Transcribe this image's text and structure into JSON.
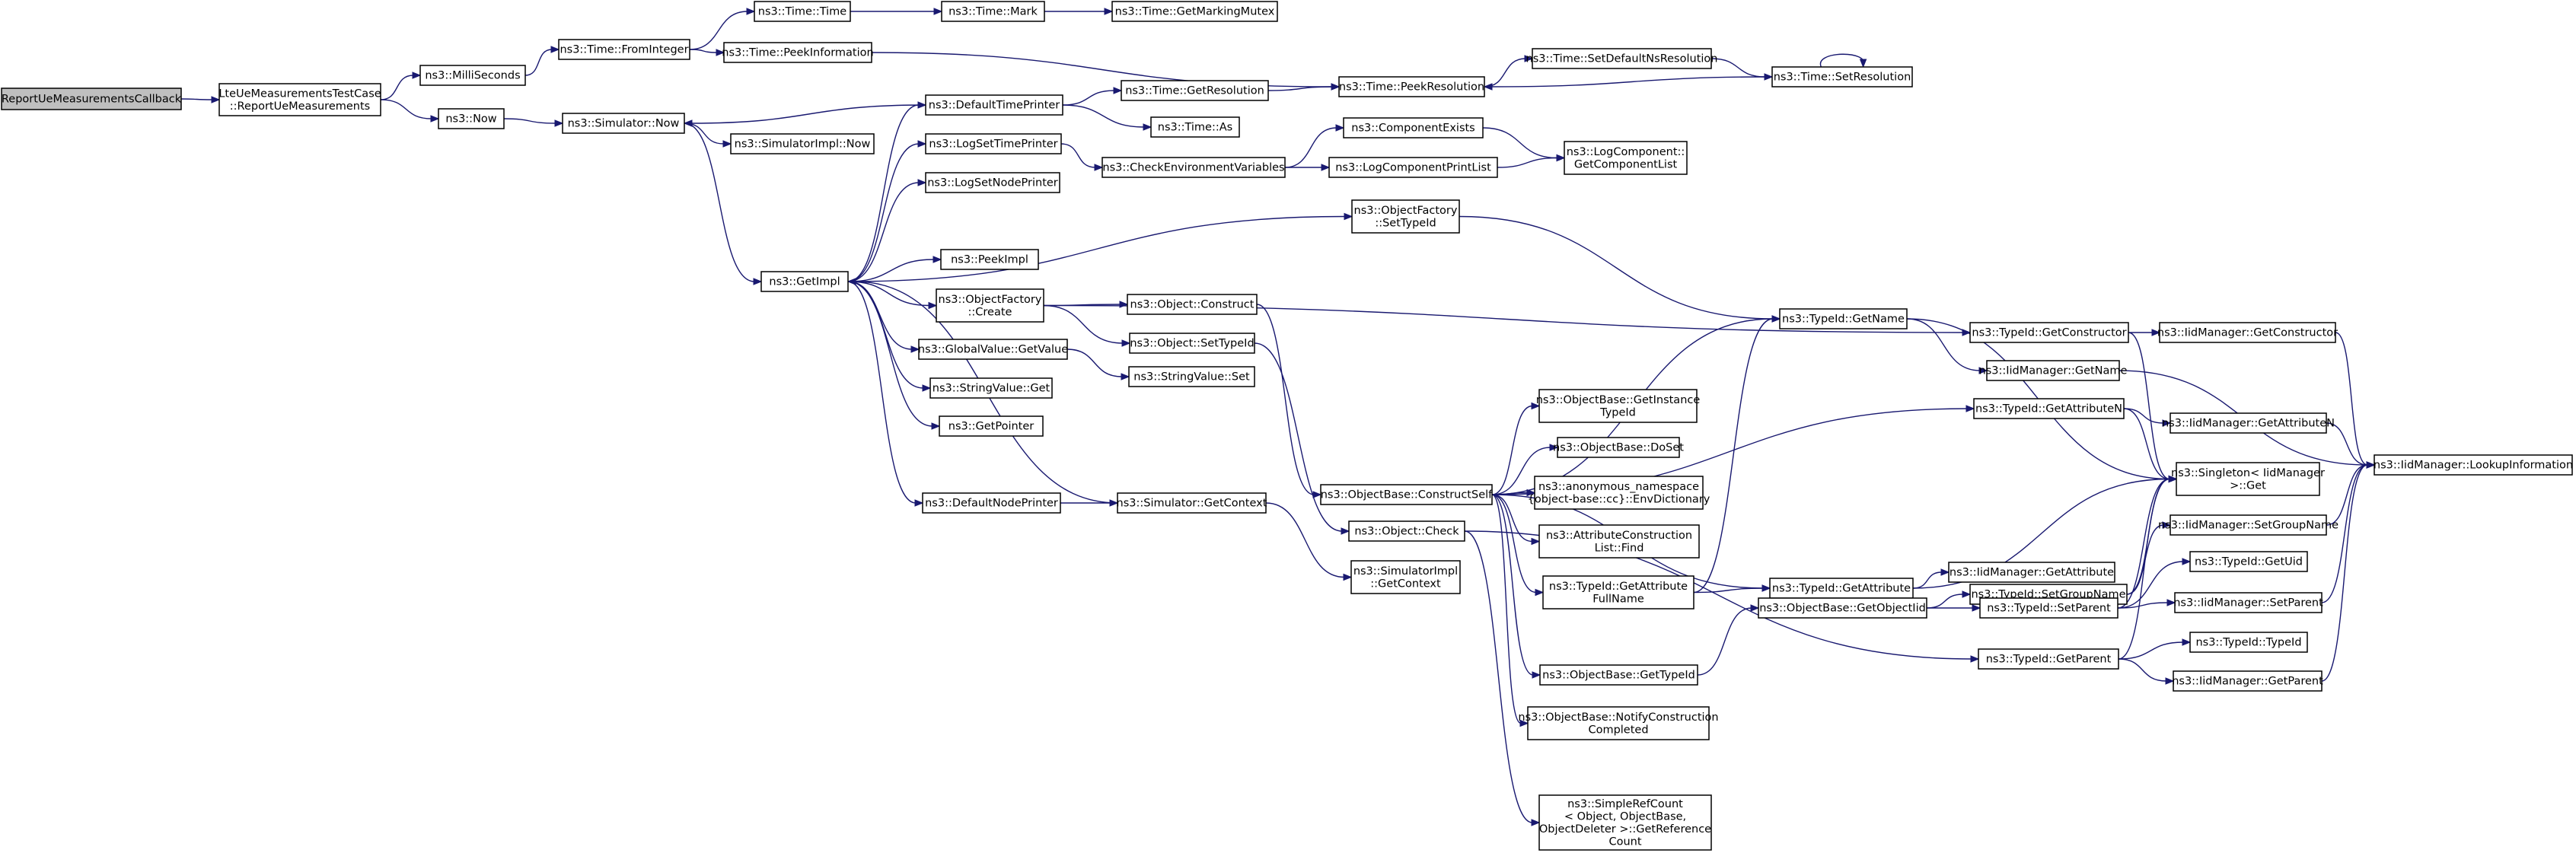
{
  "nodes": [
    {
      "id": "n0",
      "lines": [
        "ReportUeMeasurementsCallback"
      ],
      "root": true
    },
    {
      "id": "n1",
      "lines": [
        "LteUeMeasurementsTestCase",
        "::ReportUeMeasurements"
      ]
    },
    {
      "id": "n2",
      "lines": [
        "ns3::MilliSeconds"
      ]
    },
    {
      "id": "n3",
      "lines": [
        "ns3::Now"
      ]
    },
    {
      "id": "n4",
      "lines": [
        "ns3::Time::FromInteger"
      ]
    },
    {
      "id": "n5",
      "lines": [
        "ns3::Simulator::Now"
      ]
    },
    {
      "id": "n6",
      "lines": [
        "ns3::Time::Time"
      ]
    },
    {
      "id": "n7",
      "lines": [
        "ns3::Time::PeekInformation"
      ]
    },
    {
      "id": "n8",
      "lines": [
        "ns3::SimulatorImpl::Now"
      ]
    },
    {
      "id": "n9",
      "lines": [
        "ns3::GetImpl"
      ]
    },
    {
      "id": "n10",
      "lines": [
        "ns3::Time::Mark"
      ]
    },
    {
      "id": "n11",
      "lines": [
        "ns3::Time::GetMarkingMutex"
      ]
    },
    {
      "id": "n12",
      "lines": [
        "ns3::Time::PeekResolution"
      ]
    },
    {
      "id": "n13",
      "lines": [
        "ns3::Time::SetDefaultNsResolution"
      ]
    },
    {
      "id": "n14",
      "lines": [
        "ns3::Time::SetResolution"
      ]
    },
    {
      "id": "n15",
      "lines": [
        "ns3::DefaultTimePrinter"
      ]
    },
    {
      "id": "n16",
      "lines": [
        "ns3::Time::GetResolution"
      ]
    },
    {
      "id": "n17",
      "lines": [
        "ns3::Time::As"
      ]
    },
    {
      "id": "n18",
      "lines": [
        "ns3::LogSetTimePrinter"
      ]
    },
    {
      "id": "n19",
      "lines": [
        "ns3::CheckEnvironmentVariables"
      ]
    },
    {
      "id": "n20",
      "lines": [
        "ns3::ComponentExists"
      ]
    },
    {
      "id": "n21",
      "lines": [
        "ns3::LogComponentPrintList"
      ]
    },
    {
      "id": "n22",
      "lines": [
        "ns3::LogComponent::",
        "GetComponentList"
      ]
    },
    {
      "id": "n23",
      "lines": [
        "ns3::LogSetNodePrinter"
      ]
    },
    {
      "id": "n24",
      "lines": [
        "ns3::ObjectFactory",
        "::SetTypeId"
      ]
    },
    {
      "id": "n25",
      "lines": [
        "ns3::PeekImpl"
      ]
    },
    {
      "id": "n26",
      "lines": [
        "ns3::ObjectFactory",
        "::Create"
      ]
    },
    {
      "id": "n27",
      "lines": [
        "ns3::Object::Construct"
      ]
    },
    {
      "id": "n28",
      "lines": [
        "ns3::Object::SetTypeId"
      ]
    },
    {
      "id": "n29",
      "lines": [
        "ns3::GlobalValue::GetValue"
      ]
    },
    {
      "id": "n30",
      "lines": [
        "ns3::StringValue::Set"
      ]
    },
    {
      "id": "n31",
      "lines": [
        "ns3::StringValue::Get"
      ]
    },
    {
      "id": "n32",
      "lines": [
        "ns3::GetPointer"
      ]
    },
    {
      "id": "n33",
      "lines": [
        "ns3::DefaultNodePrinter"
      ]
    },
    {
      "id": "n34",
      "lines": [
        "ns3::Simulator::GetContext"
      ]
    },
    {
      "id": "n35",
      "lines": [
        "ns3::SimulatorImpl",
        "::GetContext"
      ]
    },
    {
      "id": "n36",
      "lines": [
        "ns3::ObjectBase::ConstructSelf"
      ]
    },
    {
      "id": "n37",
      "lines": [
        "ns3::Object::Check"
      ]
    },
    {
      "id": "n38",
      "lines": [
        "ns3::TypeId::GetName"
      ]
    },
    {
      "id": "n39",
      "lines": [
        "ns3::ObjectBase::GetInstance",
        "TypeId"
      ]
    },
    {
      "id": "n40",
      "lines": [
        "ns3::ObjectBase::DoSet"
      ]
    },
    {
      "id": "n41",
      "lines": [
        "ns3::anonymous_namespace",
        "{object-base::cc}::EnvDictionary"
      ]
    },
    {
      "id": "n42",
      "lines": [
        "ns3::AttributeConstruction",
        "List::Find"
      ]
    },
    {
      "id": "n43",
      "lines": [
        "ns3::TypeId::GetAttribute",
        "FullName"
      ]
    },
    {
      "id": "n44",
      "lines": [
        "ns3::ObjectBase::GetTypeId"
      ]
    },
    {
      "id": "n45",
      "lines": [
        "ns3::ObjectBase::NotifyConstruction",
        "Completed"
      ]
    },
    {
      "id": "n46",
      "lines": [
        "ns3::SimpleRefCount",
        "< Object, ObjectBase,",
        " ObjectDeleter >::GetReference",
        "Count"
      ]
    },
    {
      "id": "n47",
      "lines": [
        "ns3::TypeId::GetAttribute"
      ]
    },
    {
      "id": "n48",
      "lines": [
        "ns3::ObjectBase::GetObjectIid"
      ]
    },
    {
      "id": "n49",
      "lines": [
        "ns3::TypeId::GetConstructor"
      ]
    },
    {
      "id": "n50",
      "lines": [
        "ns3::IidManager::GetName"
      ]
    },
    {
      "id": "n51",
      "lines": [
        "ns3::TypeId::GetAttributeN"
      ]
    },
    {
      "id": "n52",
      "lines": [
        "ns3::IidManager::GetAttribute"
      ]
    },
    {
      "id": "n53",
      "lines": [
        "ns3::TypeId::SetGroupName"
      ]
    },
    {
      "id": "n54",
      "lines": [
        "ns3::TypeId::SetParent"
      ]
    },
    {
      "id": "n55",
      "lines": [
        "ns3::TypeId::GetParent"
      ]
    },
    {
      "id": "n56",
      "lines": [
        "ns3::IidManager::GetConstructor"
      ]
    },
    {
      "id": "n57",
      "lines": [
        "ns3::IidManager::GetAttributeN"
      ]
    },
    {
      "id": "n58",
      "lines": [
        "ns3::Singleton< IidManager",
        " >::Get"
      ]
    },
    {
      "id": "n59",
      "lines": [
        "ns3::IidManager::SetGroupName"
      ]
    },
    {
      "id": "n60",
      "lines": [
        "ns3::TypeId::GetUid"
      ]
    },
    {
      "id": "n61",
      "lines": [
        "ns3::IidManager::SetParent"
      ]
    },
    {
      "id": "n62",
      "lines": [
        "ns3::TypeId::TypeId"
      ]
    },
    {
      "id": "n63",
      "lines": [
        "ns3::IidManager::GetParent"
      ]
    },
    {
      "id": "n64",
      "lines": [
        "ns3::IidManager::LookupInformation"
      ]
    }
  ],
  "edges": [
    [
      "n0",
      "n1"
    ],
    [
      "n1",
      "n2"
    ],
    [
      "n1",
      "n3"
    ],
    [
      "n2",
      "n4"
    ],
    [
      "n3",
      "n5"
    ],
    [
      "n4",
      "n6"
    ],
    [
      "n4",
      "n7"
    ],
    [
      "n6",
      "n10"
    ],
    [
      "n10",
      "n11"
    ],
    [
      "n7",
      "n12"
    ],
    [
      "n12",
      "n13"
    ],
    [
      "n13",
      "n14"
    ],
    [
      "n14",
      "n12"
    ],
    [
      "n14",
      "n14"
    ],
    [
      "n5",
      "n8"
    ],
    [
      "n5",
      "n9"
    ],
    [
      "n15",
      "n5"
    ],
    [
      "n9",
      "n15"
    ],
    [
      "n9",
      "n18"
    ],
    [
      "n9",
      "n23"
    ],
    [
      "n9",
      "n24"
    ],
    [
      "n9",
      "n25"
    ],
    [
      "n9",
      "n26"
    ],
    [
      "n9",
      "n29"
    ],
    [
      "n9",
      "n31"
    ],
    [
      "n9",
      "n32"
    ],
    [
      "n9",
      "n33"
    ],
    [
      "n34",
      "n9"
    ],
    [
      "n15",
      "n16"
    ],
    [
      "n15",
      "n17"
    ],
    [
      "n16",
      "n12"
    ],
    [
      "n18",
      "n19"
    ],
    [
      "n19",
      "n20"
    ],
    [
      "n19",
      "n21"
    ],
    [
      "n20",
      "n22"
    ],
    [
      "n21",
      "n22"
    ],
    [
      "n24",
      "n38"
    ],
    [
      "n26",
      "n27"
    ],
    [
      "n26",
      "n28"
    ],
    [
      "n26",
      "n49"
    ],
    [
      "n27",
      "n36"
    ],
    [
      "n28",
      "n37"
    ],
    [
      "n29",
      "n30"
    ],
    [
      "n33",
      "n34"
    ],
    [
      "n34",
      "n35"
    ],
    [
      "n36",
      "n38"
    ],
    [
      "n36",
      "n39"
    ],
    [
      "n36",
      "n40"
    ],
    [
      "n36",
      "n41"
    ],
    [
      "n36",
      "n42"
    ],
    [
      "n36",
      "n43"
    ],
    [
      "n36",
      "n44"
    ],
    [
      "n36",
      "n45"
    ],
    [
      "n36",
      "n47"
    ],
    [
      "n36",
      "n51"
    ],
    [
      "n37",
      "n46"
    ],
    [
      "n37",
      "n55"
    ],
    [
      "n43",
      "n38"
    ],
    [
      "n43",
      "n47"
    ],
    [
      "n44",
      "n48"
    ],
    [
      "n47",
      "n52"
    ],
    [
      "n47",
      "n58"
    ],
    [
      "n48",
      "n53"
    ],
    [
      "n48",
      "n54"
    ],
    [
      "n38",
      "n50"
    ],
    [
      "n38",
      "n58"
    ],
    [
      "n49",
      "n56"
    ],
    [
      "n49",
      "n58"
    ],
    [
      "n50",
      "n64"
    ],
    [
      "n51",
      "n57"
    ],
    [
      "n51",
      "n58"
    ],
    [
      "n53",
      "n59"
    ],
    [
      "n53",
      "n58"
    ],
    [
      "n54",
      "n60"
    ],
    [
      "n54",
      "n61"
    ],
    [
      "n54",
      "n58"
    ],
    [
      "n55",
      "n62"
    ],
    [
      "n55",
      "n63"
    ],
    [
      "n55",
      "n58"
    ],
    [
      "n56",
      "n64"
    ],
    [
      "n57",
      "n64"
    ],
    [
      "n59",
      "n64"
    ],
    [
      "n61",
      "n64"
    ],
    [
      "n63",
      "n64"
    ]
  ]
}
